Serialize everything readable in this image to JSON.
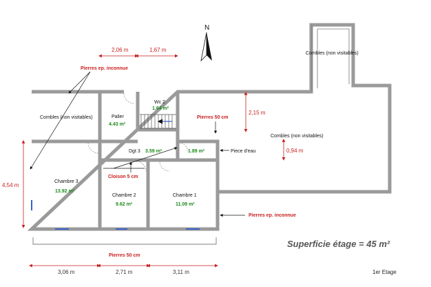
{
  "compass": {
    "label": "N"
  },
  "rooms": {
    "combles_left": "Combles (non visitables)",
    "combles_top": "Combles (non visitables)",
    "combles_right": "Combles (non visitables)",
    "palier": {
      "name": "Palier",
      "area": "4.43 m²"
    },
    "wc": {
      "name": "Wc 2",
      "area": "1.64 m²"
    },
    "dgt": {
      "name": "Dgt 3",
      "area": "3.59 m²"
    },
    "piece_eau": {
      "name": "Piece d'eau",
      "area": "1.89 m²"
    },
    "chambre3": {
      "name": "Chambre 3",
      "area": "13.92 m²"
    },
    "chambre2": {
      "name": "Chambre 2",
      "area": "9.62 m²"
    },
    "chambre1": {
      "name": "Chambre 1",
      "area": "11.09 m²"
    }
  },
  "annotations": {
    "pierres_top": "Pierres ep. inconnue",
    "pierres_right": "Pierres ep. inconnue",
    "pierres_50_mid": "Pierres 50 cm",
    "pierres_50_bottom": "Pierres 50 cm",
    "cloison": "Cloison 5 cm"
  },
  "dimensions": {
    "top_1": "2,06 m",
    "top_2": "1,67 m",
    "left_height": "4,54 m",
    "right_height_1": "2,15 m",
    "right_height_2": "0,94 m",
    "bottom_1": "3,06 m",
    "bottom_2": "2,71 m",
    "bottom_3": "3,11 m"
  },
  "summary": {
    "surface": "Superficie étage = 45 m²",
    "floor": "1er Etage"
  },
  "colors": {
    "wall": "#9a9a9a",
    "red": "#c81e1e",
    "area_green": "#1a8a1a",
    "window": "#3a62c8"
  }
}
